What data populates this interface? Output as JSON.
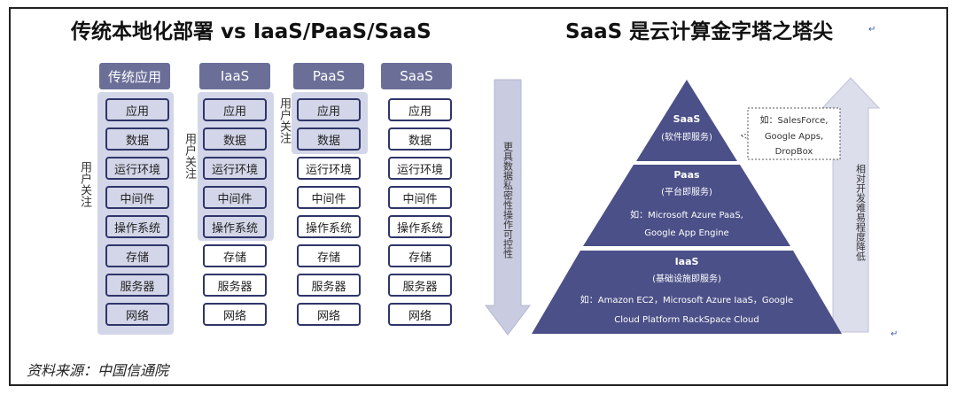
{
  "left_title": "传统本地化部署 vs IaaS/PaaS/SaaS",
  "right_title": "SaaS 是云计算金字塔之塔尖",
  "columns": [
    {
      "header": "传统应用"
    },
    {
      "header": "IaaS"
    },
    {
      "header": "PaaS"
    },
    {
      "header": "SaaS"
    }
  ],
  "layers": [
    "应用",
    "数据",
    "运行环境",
    "中间件",
    "操作系统",
    "存储",
    "服务器",
    "网络"
  ],
  "user_focus_label": "用户关注",
  "left_arrow_label": "更具数据私密性操作可控性",
  "right_arrow_label": "相对开发难易程度降低",
  "pyramid": {
    "saas": {
      "name": "SaaS",
      "desc": "(软件即服务)"
    },
    "paas": {
      "name": "Paas",
      "desc": "(平台即服务)",
      "example_line1": "如：Microsoft Azure PaaS,",
      "example_line2": "Google App Engine"
    },
    "iaas": {
      "name": "IaaS",
      "desc": "(基础设施即服务)",
      "example_line1": "如：Amazon EC2，Microsoft Azure IaaS，Google",
      "example_line2": "Cloud Platform RackSpace Cloud"
    },
    "saas_callout": {
      "line1": "如：SalesForce,",
      "line2": "Google Apps,",
      "line3": "DropBox"
    }
  },
  "source": "资料来源：中国信通院",
  "colors": {
    "header": "#6b6f98",
    "pyramid": "#4b5088",
    "shade": "#d3d6e8",
    "border": "#2f3569",
    "arrow": "#c5c8df"
  }
}
